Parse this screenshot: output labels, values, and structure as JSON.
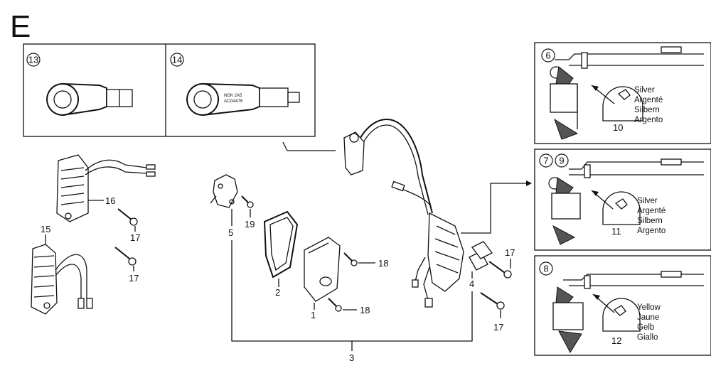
{
  "section": "E",
  "callouts": {
    "p1": "1",
    "p2": "2",
    "p3": "3",
    "p4": "4",
    "p5": "5",
    "p6": "6",
    "p7": "7",
    "p8": "8",
    "p9": "9",
    "p10": "10",
    "p11": "11",
    "p12": "12",
    "p13": "13",
    "p14": "14",
    "p15": "15",
    "p16": "16",
    "p17a": "17",
    "p17b": "17",
    "p17c": "17",
    "p17d": "17",
    "p18a": "18",
    "p18b": "18",
    "p19": "19"
  },
  "marking_silver": [
    "Silver",
    "Argenté",
    "Silbern",
    "Argento"
  ],
  "marking_yellow": [
    "Yellow",
    "Jaune",
    "Gelb",
    "Giallo"
  ],
  "cap14_print": [
    "NGK 2A5",
    "ACG4476"
  ]
}
